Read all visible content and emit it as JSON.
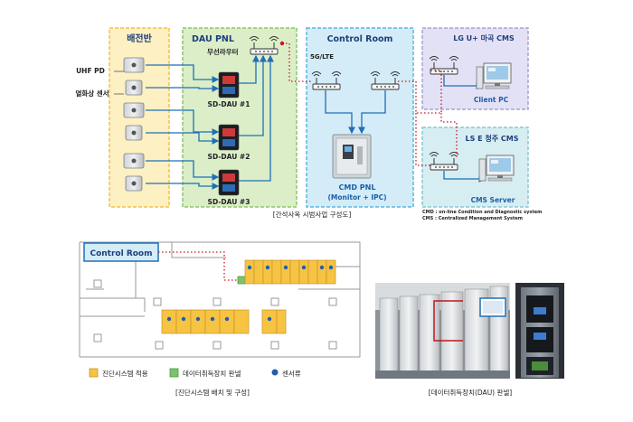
{
  "top": {
    "panel_board": {
      "title": "배전반",
      "uhf_label": "UHF PD",
      "thermal_label": "열화상 센서"
    },
    "dau_panel": {
      "title": "DAU PNL",
      "router_label": "무선라우터",
      "units": [
        "SD-DAU #1",
        "SD-DAU #2",
        "SD-DAU #3"
      ]
    },
    "control_room": {
      "title": "Control Room",
      "lte_label": "5G/LTE",
      "cmd_title": "CMD PNL",
      "cmd_sub": "(Monitor + IPC)"
    },
    "lg_cms": {
      "title": "LG U+ 마곡 CMS",
      "client_label": "Client PC"
    },
    "ls_cms": {
      "title": "LS E 청주 CMS",
      "server_label": "CMS Server"
    },
    "notes": [
      "CMD : on-line Condition and Diagnostic system",
      "CMS : Centralized Management System"
    ],
    "caption": "[간석사옥 시범사업 구성도]"
  },
  "floorplan": {
    "control_room_label": "Control Room",
    "legend": [
      {
        "label": "진단시스템 적용",
        "color": "#f6c342"
      },
      {
        "label": "데이터취득장치 판넬",
        "color": "#7dc36b"
      },
      {
        "label": "센서류",
        "color": "#1f5fb0"
      }
    ],
    "caption": "[진단시스템 배치 및 구성]"
  },
  "photo": {
    "caption": "[데이터취득장치(DAU) 판넬]"
  },
  "colors": {
    "panel_yellow": "#fdf0c2",
    "panel_yellow_border": "#f2c14e",
    "dau_green": "#dbeec8",
    "dau_green_border": "#8cc56a",
    "control_blue": "#d3ecf8",
    "control_blue_border": "#5ab6e0",
    "lg_purple": "#e3e1f5",
    "lg_purple_border": "#a8a3d8",
    "ls_teal": "#d6eef2",
    "ls_teal_border": "#88c7d3",
    "wire_blue": "#1f6fb7",
    "dotted_red": "#c4161c"
  }
}
